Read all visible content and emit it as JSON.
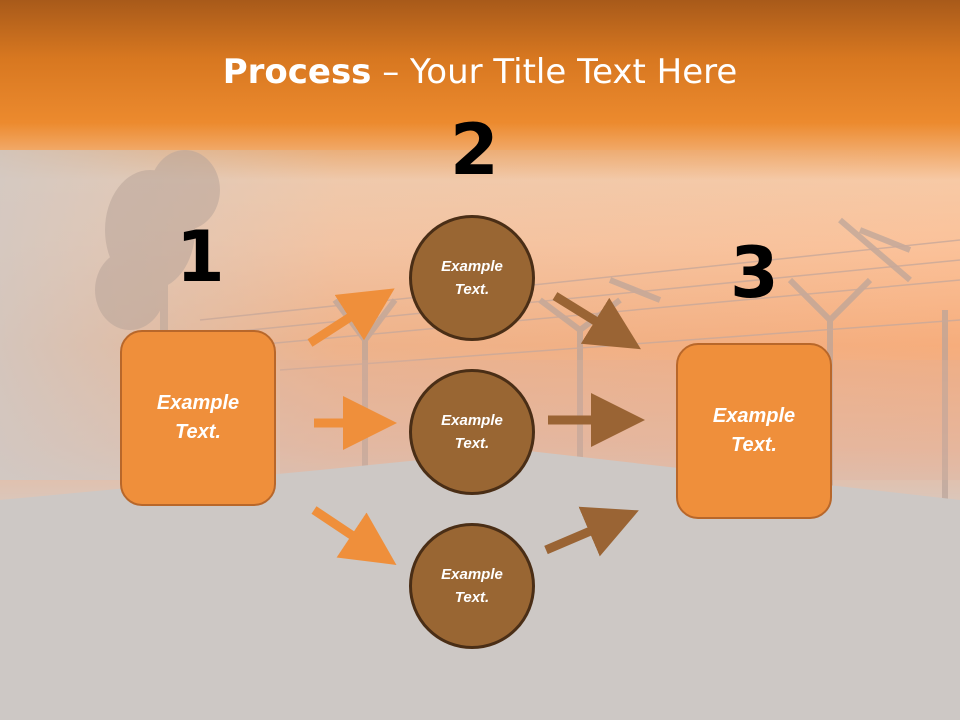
{
  "title": {
    "bold": "Process",
    "rest": " – Your Title Text Here"
  },
  "steps": {
    "one": "1",
    "two": "2",
    "three": "3"
  },
  "left_box": "Example\nText.",
  "right_box": "Example\nText.",
  "circles": [
    "Example\nText.",
    "Example\nText.",
    "Example\nText."
  ],
  "colors": {
    "orange": "#ef8f3b",
    "brown": "#996633",
    "header": "#e8842a"
  }
}
